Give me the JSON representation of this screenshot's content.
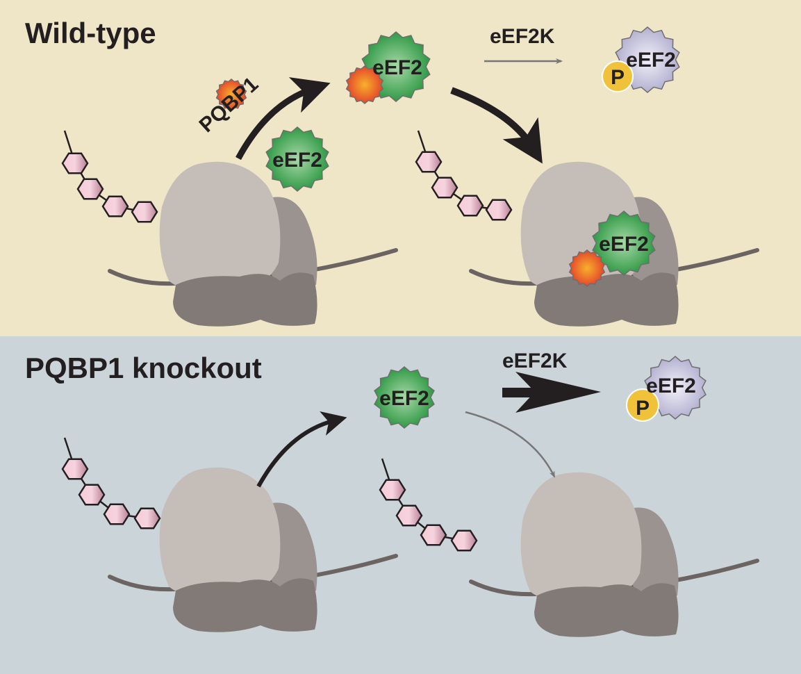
{
  "panels": {
    "wild_type": {
      "title": "Wild-type",
      "background": "#efe5c7",
      "pqbp1_label": "PQBP1",
      "eef2_free": "eEF2",
      "eef2_complex": "eEF2",
      "eef2_bound": "eEF2",
      "kinase_label": "eEF2K",
      "phospho_eef2": "eEF2",
      "phospho_mark": "P"
    },
    "knockout": {
      "title": "PQBP1 knockout",
      "background": "#cbd4d9",
      "eef2_free": "eEF2",
      "kinase_label": "eEF2K",
      "phospho_eef2": "eEF2",
      "phospho_mark": "P"
    }
  },
  "colors": {
    "eef2": "#3aa048",
    "pqbp1": "#e8562a",
    "phospho_eef2": "#c3c1d9",
    "phosphate": "#f0c23a",
    "ribosome_small": "#c4bdb8",
    "ribosome_lobe": "#9a938f",
    "ribosome_large": "#827a76",
    "peptide": "#f2bfd0"
  }
}
